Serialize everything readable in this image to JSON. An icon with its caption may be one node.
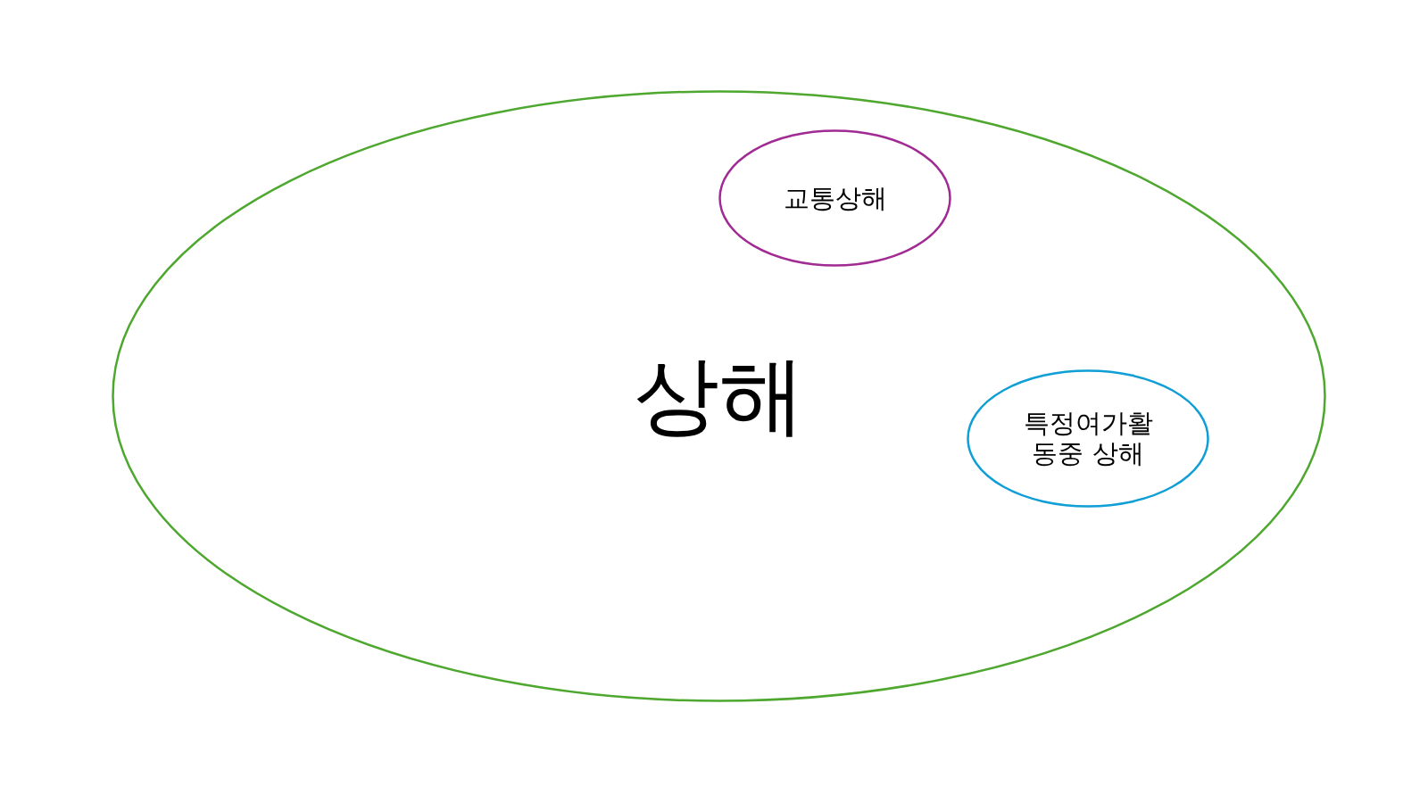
{
  "diagram": {
    "nodes": [
      {
        "text": [
          "상해"
        ]
      },
      {
        "text": [
          "교통상해"
        ],
        "in": 0
      },
      {
        "text": [
          "특정여가활동중 상해"
        ],
        "in": 0
      }
    ]
  }
}
